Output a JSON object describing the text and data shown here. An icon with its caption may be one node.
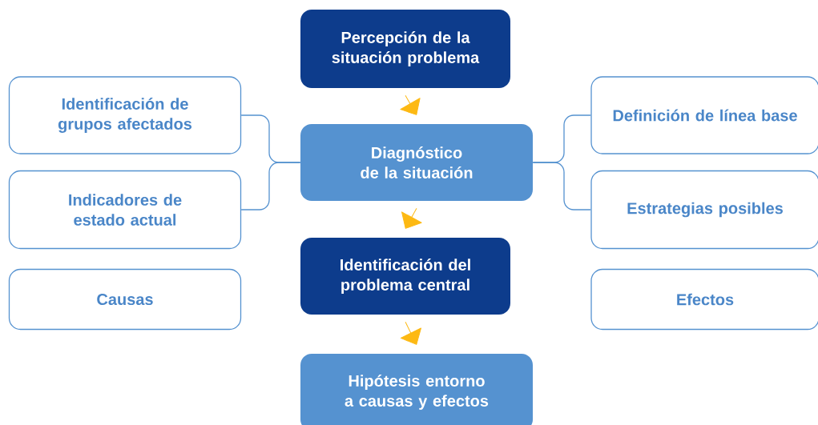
{
  "diagram": {
    "nodes": [
      {
        "text": [
          "Percepción de la situación problema"
        ]
      },
      {
        "text": [
          "Identificación de grupos afectados"
        ]
      },
      {
        "text": [
          "Diagnóstico de la situación"
        ]
      },
      {
        "text": [
          "Definición de línea base"
        ]
      },
      {
        "text": [
          "Indicadores de estado actual"
        ]
      },
      {
        "text": [
          "Estrategias posibles"
        ]
      },
      {
        "text": [
          "Causas"
        ]
      },
      {
        "text": [
          "Identificación del problema central"
        ]
      },
      {
        "text": [
          "Efectos"
        ]
      },
      {
        "text": [
          "Hipótesis entorno a causas y efectos"
        ]
      }
    ],
    "edges": [
      {
        "from": 0,
        "to": 2,
        "arrow": "to",
        "color": "#fdb913"
      },
      {
        "from": 2,
        "to": 1,
        "arrow": "none"
      },
      {
        "from": 2,
        "to": 4,
        "arrow": "none"
      },
      {
        "from": 2,
        "to": 3,
        "arrow": "none"
      },
      {
        "from": 2,
        "to": 5,
        "arrow": "none"
      },
      {
        "from": 2,
        "to": 7,
        "arrow": "to",
        "color": "#fdb913"
      },
      {
        "from": 7,
        "to": 9,
        "arrow": "to",
        "color": "#fdb913"
      }
    ]
  }
}
